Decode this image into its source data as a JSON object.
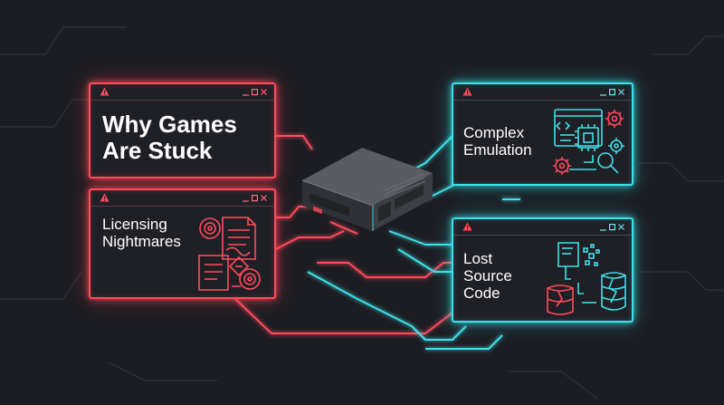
{
  "panels": {
    "why": {
      "line1": "Why Games",
      "line2": "Are Stuck"
    },
    "licensing": {
      "line1": "Licensing",
      "line2": "Nightmares"
    },
    "emulation": {
      "line1": "Complex",
      "line2": "Emulation"
    },
    "source": {
      "line1": "Lost",
      "line2": "Source",
      "line3": "Code"
    }
  },
  "colors": {
    "red_accent": "#ff4b5c",
    "cyan_accent": "#3fe0e8",
    "background": "#1c1d22",
    "console_body": "#4a4c52"
  },
  "icons": {
    "warning": "warning-triangle-icon",
    "minimize": "minimize-icon",
    "maximize": "maximize-icon",
    "close": "close-icon"
  }
}
